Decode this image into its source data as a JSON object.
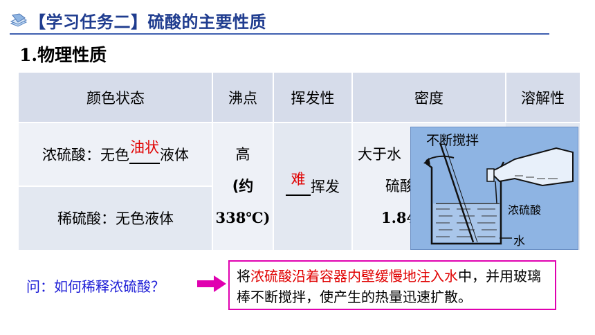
{
  "header": {
    "title": "【学习任务二】硫酸的主要性质"
  },
  "section": {
    "title": "1.物理性质"
  },
  "table": {
    "headers": [
      "颜色状态",
      "沸点",
      "挥发性",
      "密度",
      "溶解性"
    ],
    "conc_prefix": "浓硫酸：无色",
    "conc_blank_answer": "油状",
    "conc_suffix": "液体",
    "dilute": "稀硫酸：无色液体",
    "boiling_1": "高",
    "boiling_2": "(约",
    "boiling_3": "338℃)",
    "volatility_answer": "难",
    "volatility_suffix": "挥发",
    "density_1": "大于水",
    "density_2": "硫酸",
    "density_3": "1.84"
  },
  "inset": {
    "label_stir": "不断搅拌",
    "label_acid": "浓硫酸",
    "label_water": "水"
  },
  "question": {
    "text": "问：如何稀释浓硫酸？"
  },
  "answer": {
    "pre": "将",
    "highlight": "浓硫酸沿着容器内壁缓慢地注入水",
    "post": "中，并用玻璃棒不断搅拌，使产生的热量迅速扩散。"
  },
  "colors": {
    "accent": "#1f3c8f",
    "answer_border": "#e000b0",
    "highlight": "#e00000",
    "question": "#1c1cd6"
  }
}
